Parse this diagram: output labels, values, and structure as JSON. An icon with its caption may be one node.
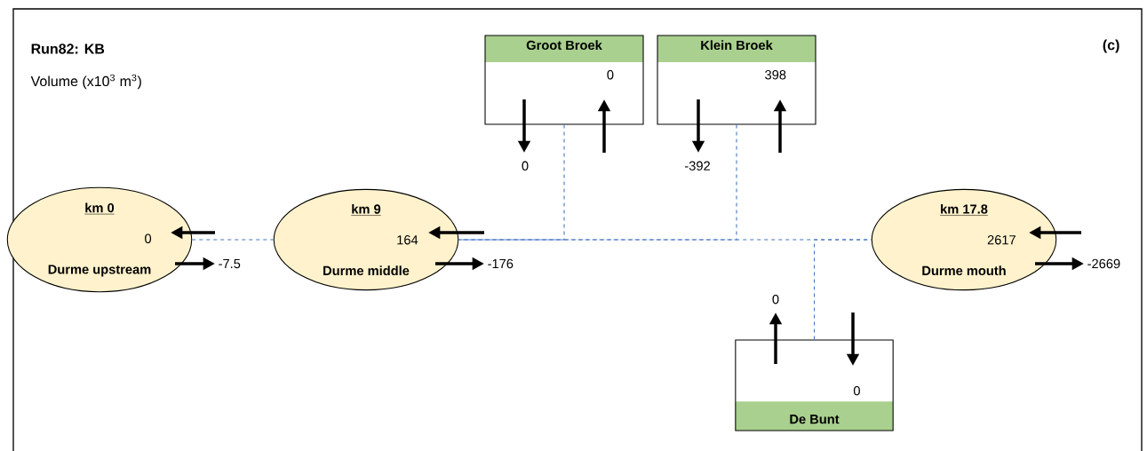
{
  "diagram": {
    "nodes": [
      {
        "text": [
          "km 0",
          "0",
          "Durme upstream"
        ]
      },
      {
        "text": [
          "km 9",
          "164",
          "Durme middle"
        ]
      },
      {
        "text": [
          "km 17.8",
          "2617",
          "Durme mouth"
        ]
      },
      {
        "text": [
          "Groot Broek",
          "0"
        ]
      },
      {
        "text": [
          "Klein Broek",
          "398"
        ]
      },
      {
        "text": [
          "0",
          "De Bunt"
        ]
      }
    ],
    "edges": [
      {
        "from": 0,
        "to": 1,
        "arrow": "none",
        "style": "dashed",
        "color": "#4472c4"
      },
      {
        "from": 1,
        "to": 2,
        "arrow": "none",
        "style": "dashed",
        "color": "#4472c4"
      },
      {
        "from": 3,
        "to": 1,
        "arrow": "none",
        "style": "dashed",
        "color": "#4472c4"
      },
      {
        "from": 4,
        "to": 1,
        "arrow": "none",
        "style": "dashed",
        "color": "#4472c4"
      },
      {
        "from": 5,
        "to": 2,
        "arrow": "none",
        "style": "dashed",
        "color": "#4472c4"
      },
      {
        "from": null,
        "to": 0,
        "arrow": "to"
      },
      {
        "from": 0,
        "to": null,
        "arrow": "to",
        "label": "-7.5"
      },
      {
        "from": null,
        "to": 1,
        "arrow": "to"
      },
      {
        "from": 1,
        "to": null,
        "arrow": "to",
        "label": "-176"
      },
      {
        "from": null,
        "to": 2,
        "arrow": "to"
      },
      {
        "from": 2,
        "to": null,
        "arrow": "to",
        "label": "-2669"
      },
      {
        "from": 3,
        "to": null,
        "arrow": "to",
        "label": "0"
      },
      {
        "from": null,
        "to": 3,
        "arrow": "to"
      },
      {
        "from": 4,
        "to": null,
        "arrow": "to",
        "label": "-392"
      },
      {
        "from": null,
        "to": 4,
        "arrow": "to"
      },
      {
        "from": 5,
        "to": null,
        "arrow": "to",
        "label": "0"
      },
      {
        "from": null,
        "to": 5,
        "arrow": "to"
      }
    ],
    "labels": [
      "Run82: KB",
      "Volume (x10$^{3}$ m$^{3}$)",
      "(c)"
    ]
  }
}
